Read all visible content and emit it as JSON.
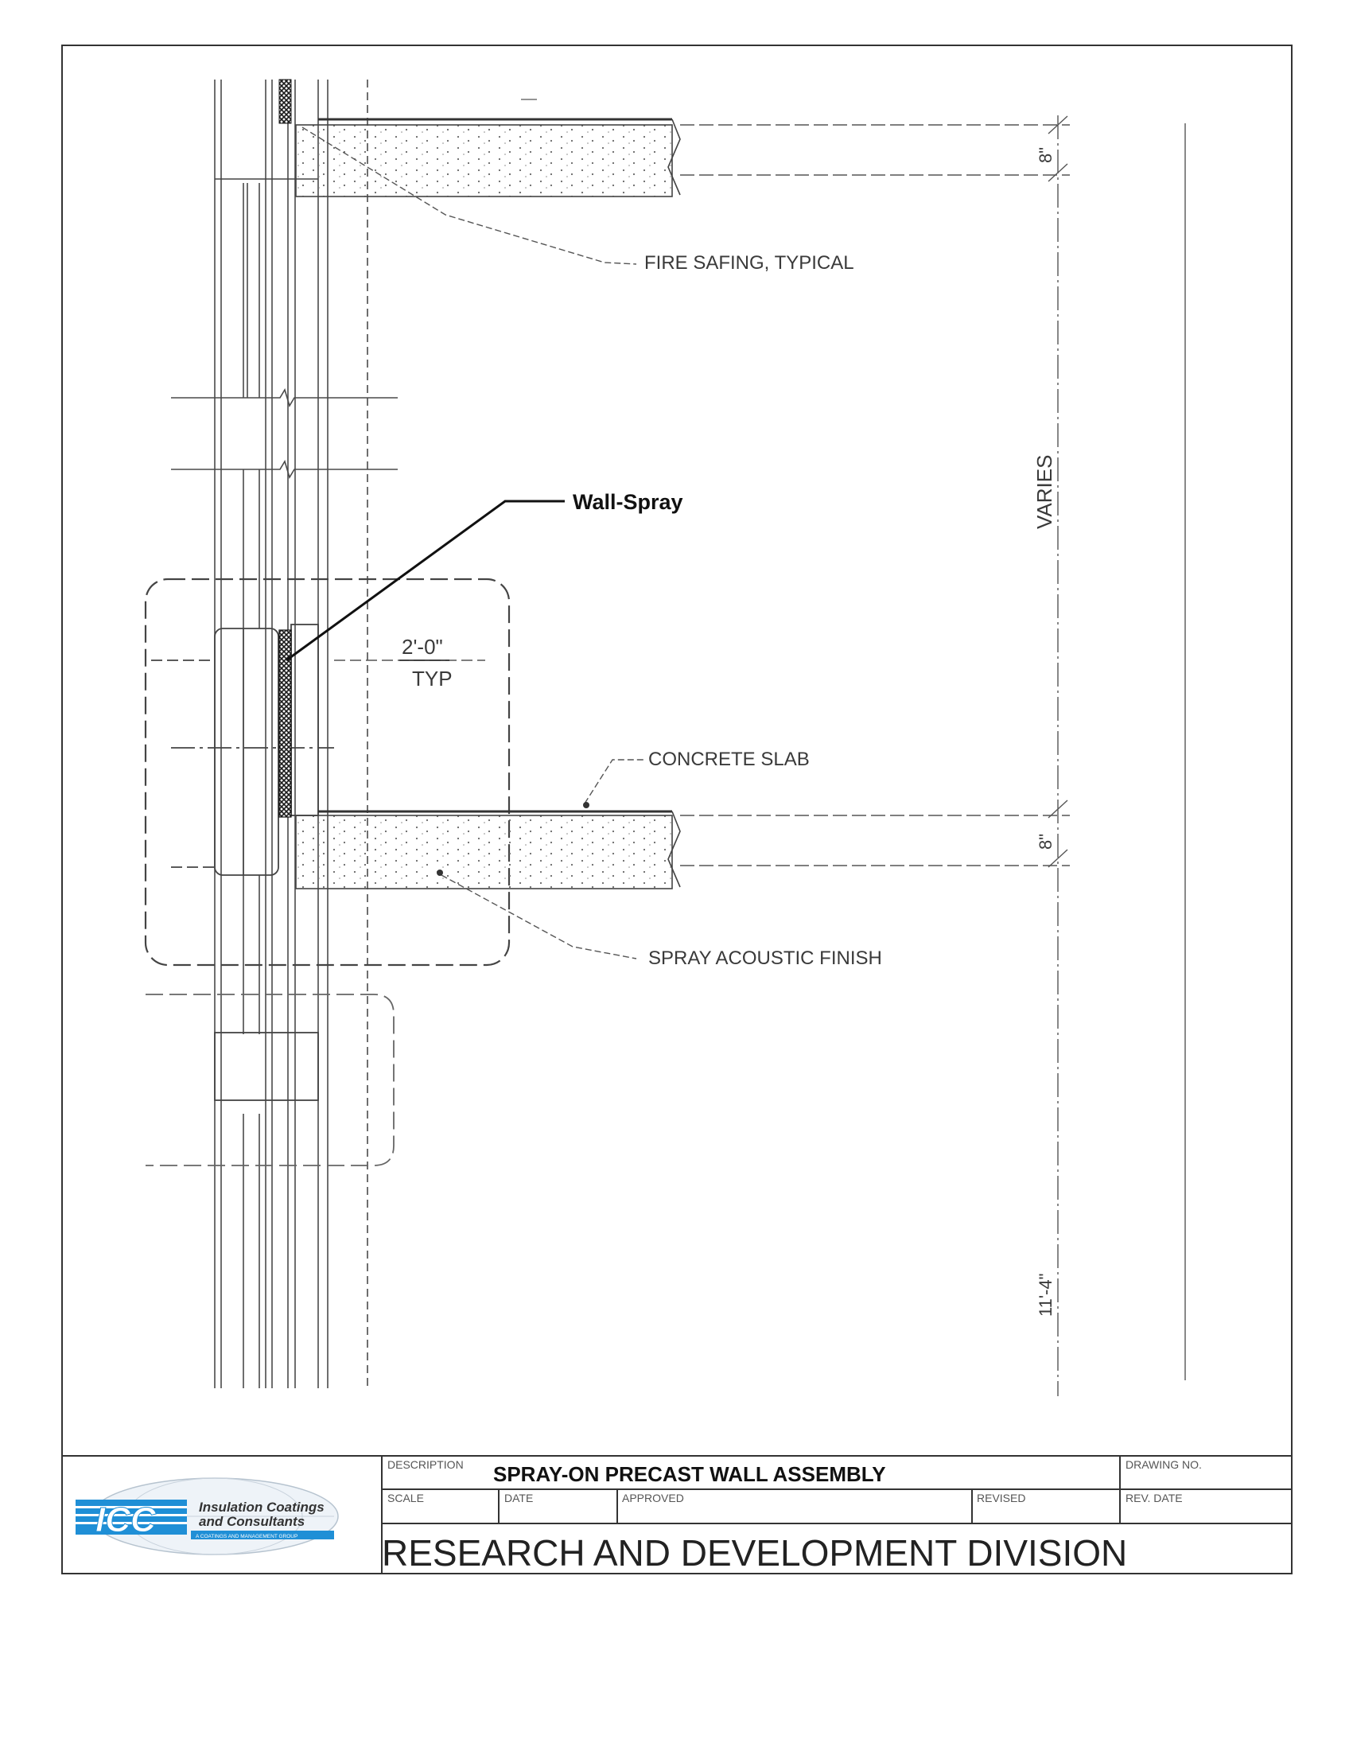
{
  "drawing": {
    "labels": {
      "fire_safing": "FIRE SAFING, TYPICAL",
      "wall_spray": "Wall-Spray",
      "dim_typ_value": "2'-0\"",
      "dim_typ_note": "TYP",
      "concrete_slab": "CONCRETE SLAB",
      "spray_acoustic": "SPRAY ACOUSTIC FINISH",
      "dim_top": "8\"",
      "dim_varies": "VARIES",
      "dim_mid": "8\"",
      "dim_bottom": "11'-4\""
    }
  },
  "title_block": {
    "logo": {
      "letters": "ICC",
      "name_line1": "Insulation Coatings",
      "name_line2": "and Consultants",
      "tagline": "A COATINGS AND MANAGEMENT GROUP"
    },
    "description_label": "DESCRIPTION",
    "description_value": "SPRAY-ON PRECAST WALL ASSEMBLY",
    "drawing_no_label": "DRAWING NO.",
    "scale_label": "SCALE",
    "date_label": "DATE",
    "approved_label": "APPROVED",
    "revised_label": "REVISED",
    "rev_date_label": "REV. DATE",
    "division": "RESEARCH AND DEVELOPMENT DIVISION"
  },
  "colors": {
    "line": "#4a4a4a",
    "logo_blue": "#1f8fd6",
    "spray_hatch": "#222222"
  }
}
